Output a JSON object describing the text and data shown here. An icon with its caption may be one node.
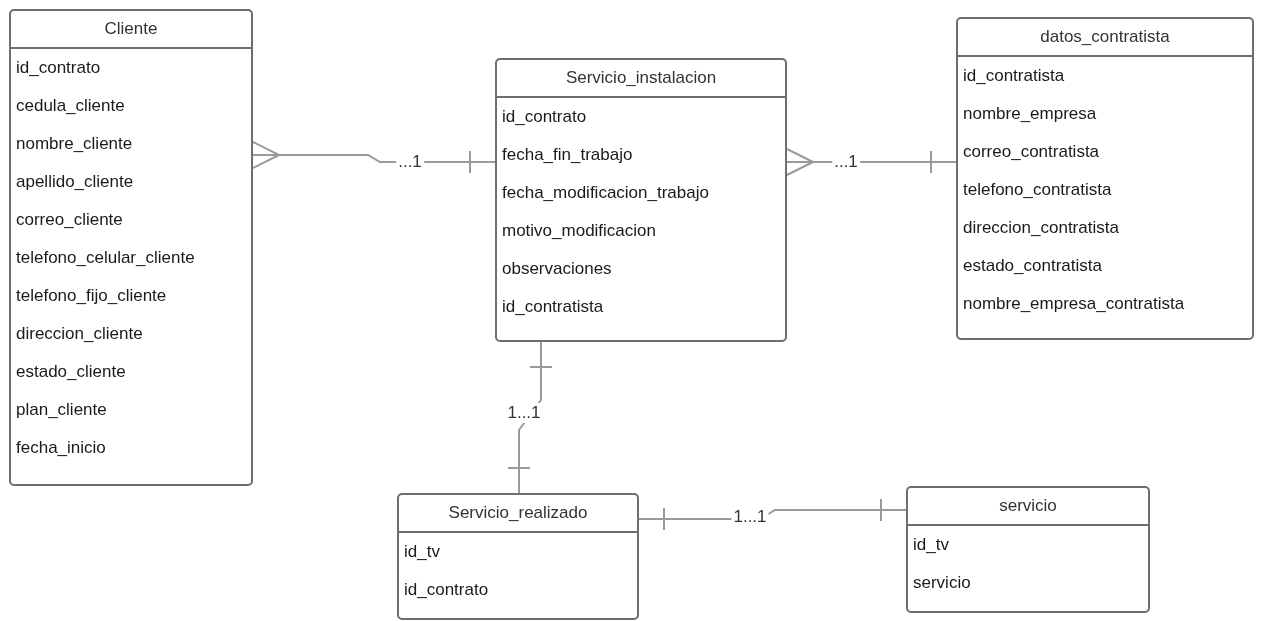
{
  "diagram": {
    "nodes": [
      {
        "text": [
          "Cliente",
          "id_contrato",
          "cedula_cliente",
          "nombre_cliente",
          "apellido_cliente",
          "correo_cliente",
          "telefono_celular_cliente",
          "telefono_fijo_cliente",
          "direccion_cliente",
          "estado_cliente",
          "plan_cliente",
          "fecha_inicio"
        ]
      },
      {
        "text": [
          "Servicio_instalacion",
          "id_contrato",
          "fecha_fin_trabajo",
          "fecha_modificacion_trabajo",
          "motivo_modificacion",
          "observaciones",
          "id_contratista"
        ]
      },
      {
        "text": [
          "datos_contratista",
          "id_contratista",
          "nombre_empresa",
          "correo_contratista",
          "telefono_contratista",
          "direccion_contratista",
          "estado_contratista",
          "nombre_empresa_contratista"
        ]
      },
      {
        "text": [
          "Servicio_realizado",
          "id_tv",
          "id_contrato"
        ]
      },
      {
        "text": [
          "servicio",
          "id_tv",
          "servicio"
        ]
      }
    ],
    "edges": [
      {
        "from": 0,
        "to": 1,
        "arrow": "other",
        "label": "...1"
      },
      {
        "from": 1,
        "to": 2,
        "arrow": "other",
        "label": "...1"
      },
      {
        "from": 1,
        "to": 3,
        "arrow": "other",
        "label": "1...1"
      },
      {
        "from": 3,
        "to": 4,
        "arrow": "other",
        "label": "1...1"
      }
    ]
  }
}
